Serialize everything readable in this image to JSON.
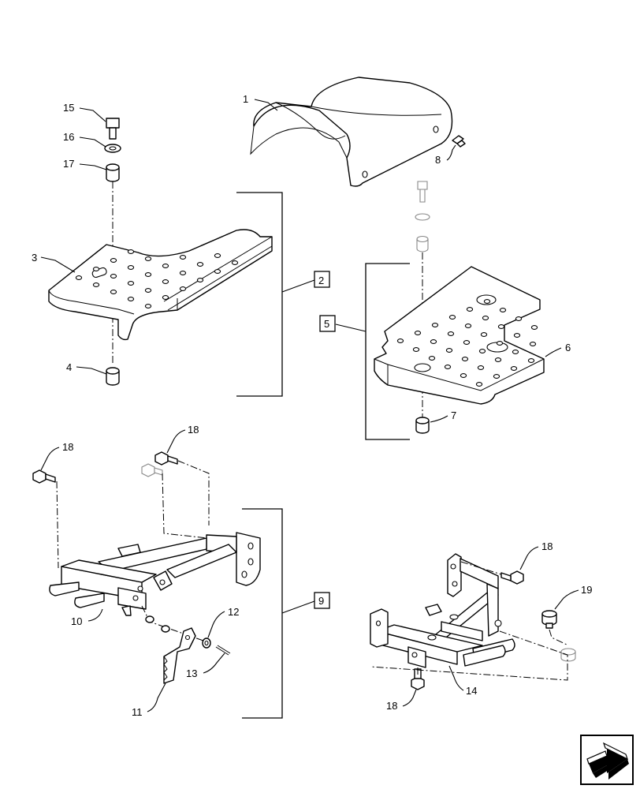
{
  "callouts": {
    "c1": "1",
    "c2": "2",
    "c3": "3",
    "c4": "4",
    "c5": "5",
    "c6": "6",
    "c7": "7",
    "c8": "8",
    "c9": "9",
    "c10": "10",
    "c11": "11",
    "c12": "12",
    "c13": "13",
    "c14": "14",
    "c15": "15",
    "c16": "16",
    "c17": "17",
    "c18a": "18",
    "c18b": "18",
    "c18c": "18",
    "c18d": "18",
    "c19": "19"
  },
  "nav_icon": "next-page-arrow-icon"
}
